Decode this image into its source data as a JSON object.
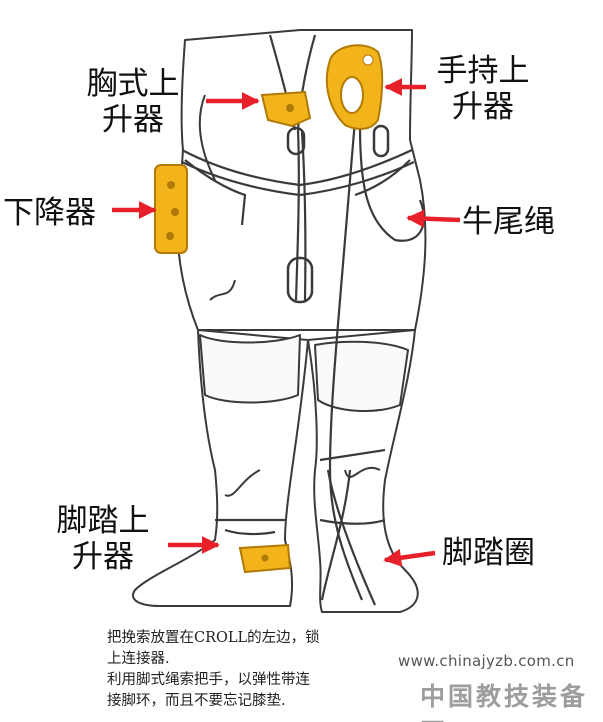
{
  "labels": {
    "chest_ascender": [
      "胸式上",
      "升器"
    ],
    "hand_ascender": [
      "手持上",
      "升器"
    ],
    "descender": "下降器",
    "lanyard": "牛尾绳",
    "foot_ascender": [
      "脚踏上",
      "升器"
    ],
    "foot_loop": "脚踏圈"
  },
  "caption": [
    "把挽索放置在CROLL的左边，锁",
    "上连接器.",
    "利用脚式绳索把手，以弹性带连",
    "接脚环，而且不要忘记膝垫."
  ],
  "watermark": {
    "url": "www.chinajyzb.com.cn",
    "name": "中国教技装备网"
  },
  "colors": {
    "arrow": "#e8202a",
    "device": "#f2b31b",
    "device_dark": "#b07a06",
    "outline": "#3a3a3a"
  }
}
